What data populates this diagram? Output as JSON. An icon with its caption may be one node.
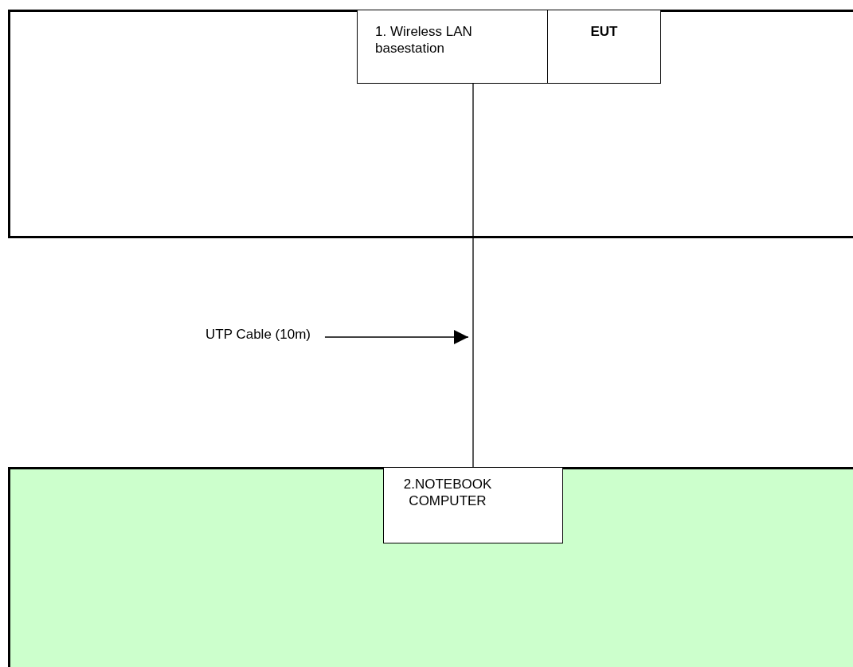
{
  "diagram": {
    "nodes": [
      {
        "text": [],
        "shape": "box"
      },
      {
        "text": [
          "1. Wireless LAN basestation"
        ],
        "in": 0
      },
      {
        "text": [
          "EUT"
        ],
        "in": 0
      },
      {
        "text": [],
        "shape": "box"
      },
      {
        "text": [
          "2.NOTEBOOK COMPUTER"
        ],
        "in": 3
      },
      {
        "text": [
          "UTP Cable (10m)"
        ]
      }
    ],
    "edges": [
      {
        "from": 1,
        "to": 4,
        "arrow": "none"
      },
      {
        "from": 5,
        "to": null,
        "arrow": "to"
      }
    ]
  }
}
